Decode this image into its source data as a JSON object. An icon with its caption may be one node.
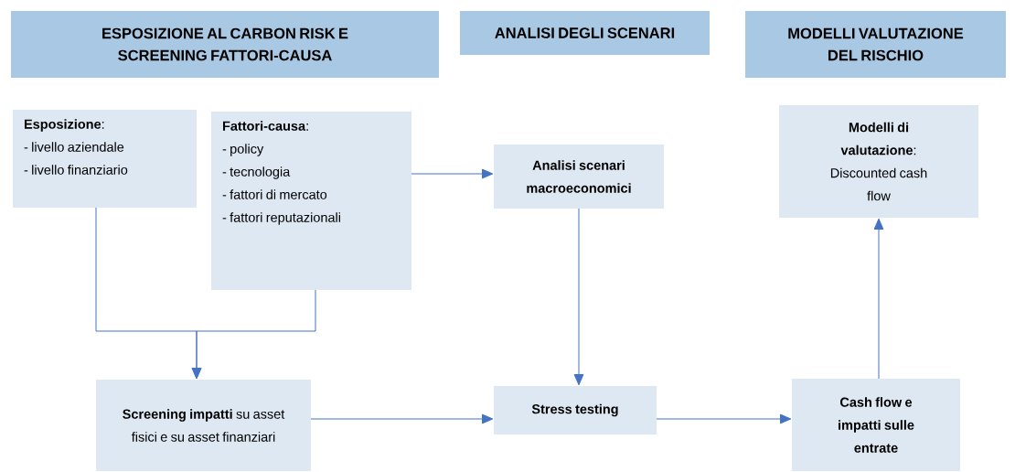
{
  "diagram": {
    "nodes": [
      {
        "text": [
          "ESPOSIZIONE AL CARBON RISK E SCREENING FATTORI-CAUSA"
        ]
      },
      {
        "text": [
          "ANALISI DEGLI SCENARI"
        ]
      },
      {
        "text": [
          "MODELLI VALUTAZIONE DEL RISCHIO"
        ]
      },
      {
        "text": [
          "**Esposizione**:",
          "- livello aziendale",
          "- livello finanziario"
        ]
      },
      {
        "text": [
          "**Fattori-causa**:",
          "- policy",
          "- tecnologia",
          "- fattori di mercato",
          "- fattori reputazionali"
        ]
      },
      {
        "text": [
          "Analisi scenari macroeconomici"
        ]
      },
      {
        "text": [
          "**Modelli di valutazione**:",
          "Discounted cash flow"
        ]
      },
      {
        "text": [
          "**Screening impatti** su asset fisici e su asset finanziari"
        ]
      },
      {
        "text": [
          "Stress testing"
        ]
      },
      {
        "text": [
          "Cash flow e impatti sulle entrate"
        ]
      }
    ],
    "edges": [
      {
        "from": 3,
        "to": 7,
        "arrow": "to"
      },
      {
        "from": 4,
        "to": 7,
        "arrow": "to"
      },
      {
        "from": 4,
        "to": 5,
        "arrow": "to"
      },
      {
        "from": 5,
        "to": 8,
        "arrow": "to"
      },
      {
        "from": 7,
        "to": 8,
        "arrow": "to"
      },
      {
        "from": 8,
        "to": 9,
        "arrow": "to"
      },
      {
        "from": 9,
        "to": 6,
        "arrow": "to"
      }
    ]
  }
}
